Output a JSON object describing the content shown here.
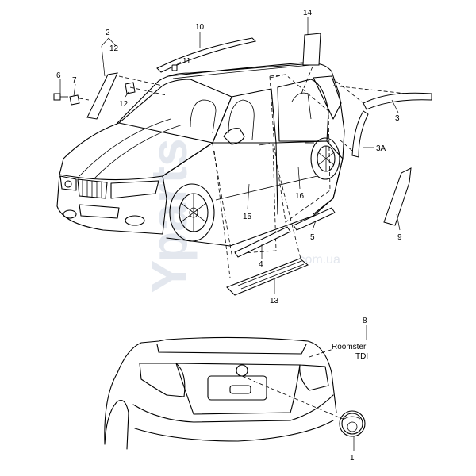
{
  "callouts": {
    "c1": "1",
    "c2": "2",
    "c12a": "12",
    "c3": "3",
    "c3a": "3A",
    "c4": "4",
    "c5": "5",
    "c6": "6",
    "c7": "7",
    "c8": "8",
    "c9": "9",
    "c10": "10",
    "c11": "11",
    "c12b": "12",
    "c13": "13",
    "c14": "14",
    "c15": "15",
    "c16": "16"
  },
  "badge_text": {
    "line1": "Roomster",
    "line2": "TDI"
  },
  "watermark": {
    "main": "Yparts",
    "sub": ".com.ua"
  },
  "colors": {
    "stroke": "#000000",
    "background": "#ffffff",
    "watermark": "#e3e7ee"
  }
}
